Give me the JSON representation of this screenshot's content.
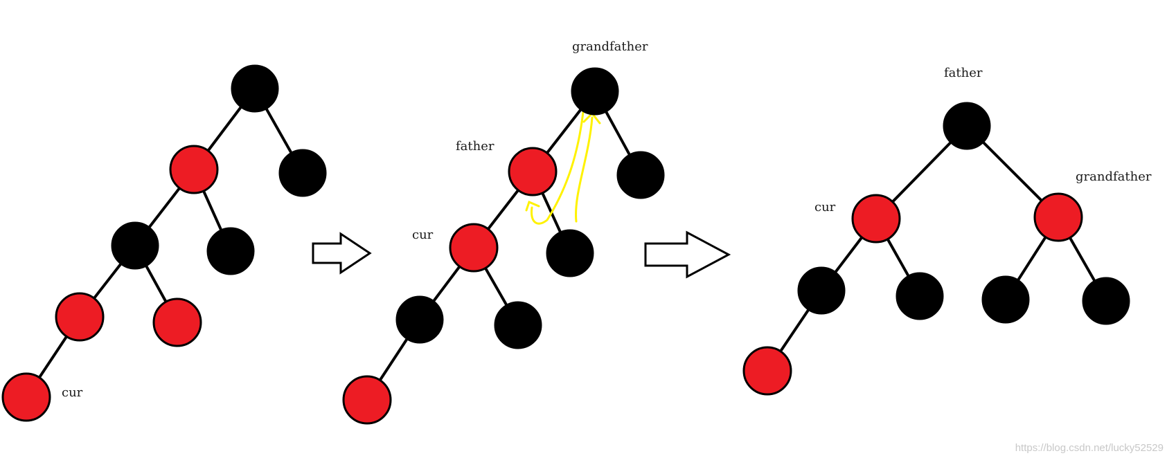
{
  "colors": {
    "red": "#ED1C24",
    "black": "#000000",
    "highlight": "#FFF200",
    "edge": "#000000"
  },
  "labels": {
    "d1_cur": "cur",
    "d2_grandfather": "grandfather",
    "d2_father": "father",
    "d2_cur": "cur",
    "d3_father": "father",
    "d3_grandfather": "grandfather",
    "d3_cur": "cur"
  },
  "watermark": "https://blog.csdn.net/lucky52529",
  "diagrams": [
    {
      "id": "before",
      "nodes": [
        {
          "id": "n1",
          "color": "black"
        },
        {
          "id": "n2",
          "color": "red"
        },
        {
          "id": "n3",
          "color": "black"
        },
        {
          "id": "n4",
          "color": "black"
        },
        {
          "id": "n5",
          "color": "black"
        },
        {
          "id": "n6",
          "color": "red"
        },
        {
          "id": "n7",
          "color": "red"
        },
        {
          "id": "n8",
          "color": "red",
          "label_key": "d1_cur"
        }
      ],
      "edges": [
        [
          "n1",
          "n2"
        ],
        [
          "n1",
          "n3"
        ],
        [
          "n2",
          "n4"
        ],
        [
          "n2",
          "n5"
        ],
        [
          "n4",
          "n6"
        ],
        [
          "n4",
          "n7"
        ],
        [
          "n6",
          "n8"
        ]
      ]
    },
    {
      "id": "rotating",
      "nodes": [
        {
          "id": "g",
          "color": "black",
          "label_key": "d2_grandfather"
        },
        {
          "id": "f",
          "color": "red",
          "label_key": "d2_father"
        },
        {
          "id": "u",
          "color": "black"
        },
        {
          "id": "c",
          "color": "red",
          "label_key": "d2_cur"
        },
        {
          "id": "fr",
          "color": "black"
        },
        {
          "id": "cl",
          "color": "black"
        },
        {
          "id": "cr",
          "color": "black"
        },
        {
          "id": "cll",
          "color": "red"
        }
      ],
      "edges": [
        [
          "g",
          "f"
        ],
        [
          "g",
          "u"
        ],
        [
          "f",
          "c"
        ],
        [
          "f",
          "fr"
        ],
        [
          "c",
          "cl"
        ],
        [
          "c",
          "cr"
        ],
        [
          "cl",
          "cll"
        ]
      ]
    },
    {
      "id": "after",
      "nodes": [
        {
          "id": "f",
          "color": "black",
          "label_key": "d3_father"
        },
        {
          "id": "c",
          "color": "red",
          "label_key": "d3_cur"
        },
        {
          "id": "g",
          "color": "red",
          "label_key": "d3_grandfather"
        },
        {
          "id": "cl",
          "color": "black"
        },
        {
          "id": "cr",
          "color": "black"
        },
        {
          "id": "gl",
          "color": "black"
        },
        {
          "id": "gr",
          "color": "black"
        },
        {
          "id": "cll",
          "color": "red"
        }
      ],
      "edges": [
        [
          "f",
          "c"
        ],
        [
          "f",
          "g"
        ],
        [
          "c",
          "cl"
        ],
        [
          "c",
          "cr"
        ],
        [
          "g",
          "gl"
        ],
        [
          "g",
          "gr"
        ],
        [
          "cl",
          "cll"
        ]
      ]
    }
  ]
}
